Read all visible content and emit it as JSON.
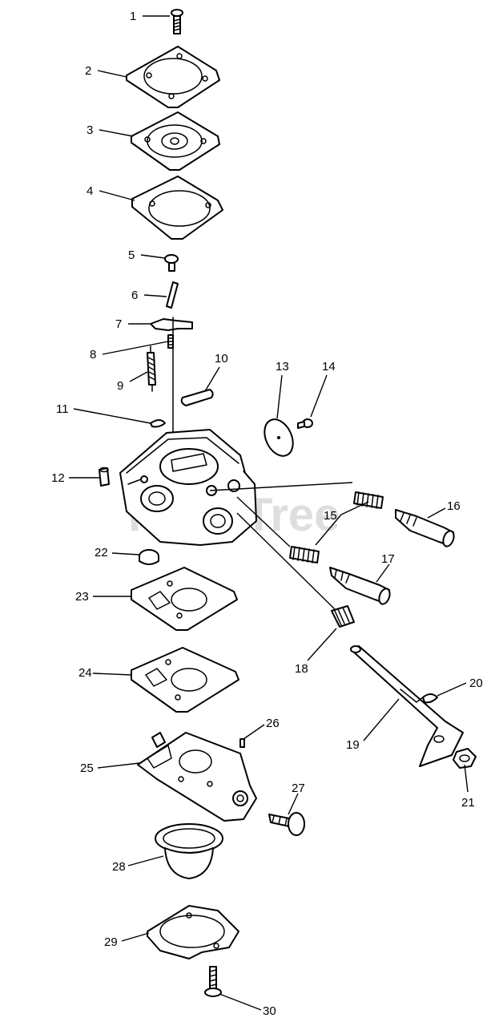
{
  "watermark": "PartsTree",
  "callouts": [
    "1",
    "2",
    "3",
    "4",
    "5",
    "6",
    "7",
    "8",
    "9",
    "10",
    "11",
    "12",
    "13",
    "14",
    "15",
    "16",
    "17",
    "18",
    "19",
    "20",
    "21",
    "22",
    "23",
    "24",
    "25",
    "26",
    "27",
    "28",
    "29",
    "30"
  ]
}
